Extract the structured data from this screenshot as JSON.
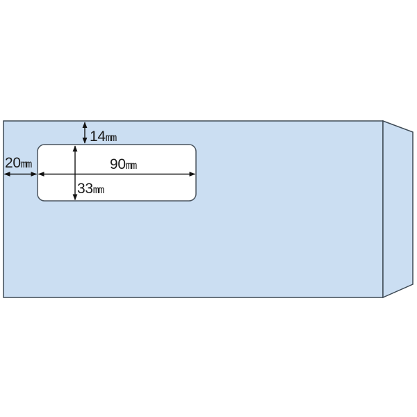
{
  "diagram": {
    "name": "window-envelope-dimension-diagram",
    "colors": {
      "background": "#FFFFFF",
      "envelope_fill": "#CBDEF2",
      "envelope_outline": "#3E4A55",
      "window_fill": "#FFFFFF",
      "window_outline": "#4A545E",
      "dimension_color": "#121212"
    },
    "dimensions": {
      "window_top_offset": {
        "value": "14",
        "unit": "mm"
      },
      "window_left_offset": {
        "value": "20",
        "unit": "mm"
      },
      "window_width": {
        "value": "90",
        "unit": "mm"
      },
      "window_height": {
        "value": "33",
        "unit": "mm"
      }
    }
  }
}
